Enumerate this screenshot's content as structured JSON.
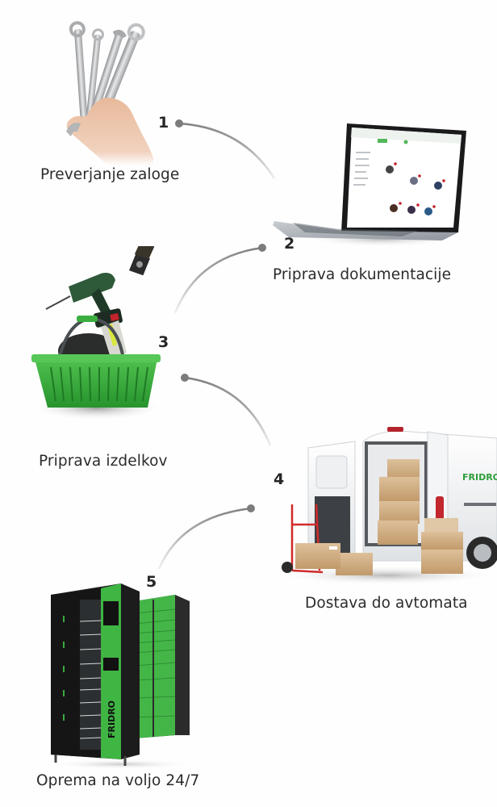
{
  "colors": {
    "accent_green": "#3aaa3f",
    "dark_green": "#1f7a2a",
    "connector_gray": "#8a8a8a",
    "text": "#2b2b2b",
    "brand": "#2e9e3a"
  },
  "steps": [
    {
      "number": "1",
      "label": "Preverjanje zaloge",
      "image": "hand-holding-wrenches"
    },
    {
      "number": "2",
      "label": "Priprava dokumentacije",
      "image": "laptop-webshop"
    },
    {
      "number": "3",
      "label": "Priprava izdelkov",
      "image": "green-basket-with-tools"
    },
    {
      "number": "4",
      "label": "Dostava do avtomata",
      "image": "delivery-van-with-boxes"
    },
    {
      "number": "5",
      "label": "Oprema na voljo 24/7",
      "image": "vending-machines"
    }
  ],
  "brand": {
    "van_logo": "FRIDRO",
    "machine_logo": "FRIDRO"
  }
}
